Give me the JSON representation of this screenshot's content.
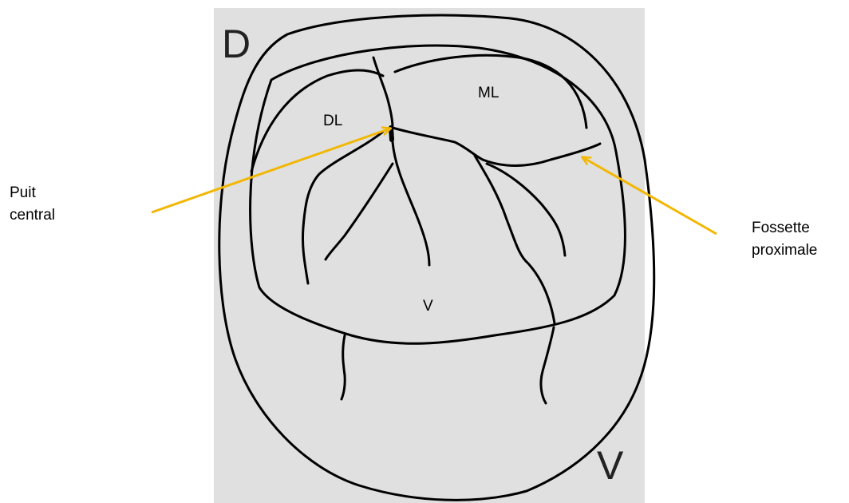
{
  "colors": {
    "background_panel": "#e0e0e0",
    "outline": "#000000",
    "arrow": "#f2b705"
  },
  "orientation": {
    "top_left": "D",
    "bottom_right": "V"
  },
  "regions": {
    "distolingual": "DL",
    "mesiolingual": "ML",
    "vestibular": "V"
  },
  "callouts": {
    "central_pit": {
      "line1": "Puit",
      "line2": "central"
    },
    "proximal_fossa": {
      "line1": "Fossette",
      "line2": "proximale"
    }
  }
}
